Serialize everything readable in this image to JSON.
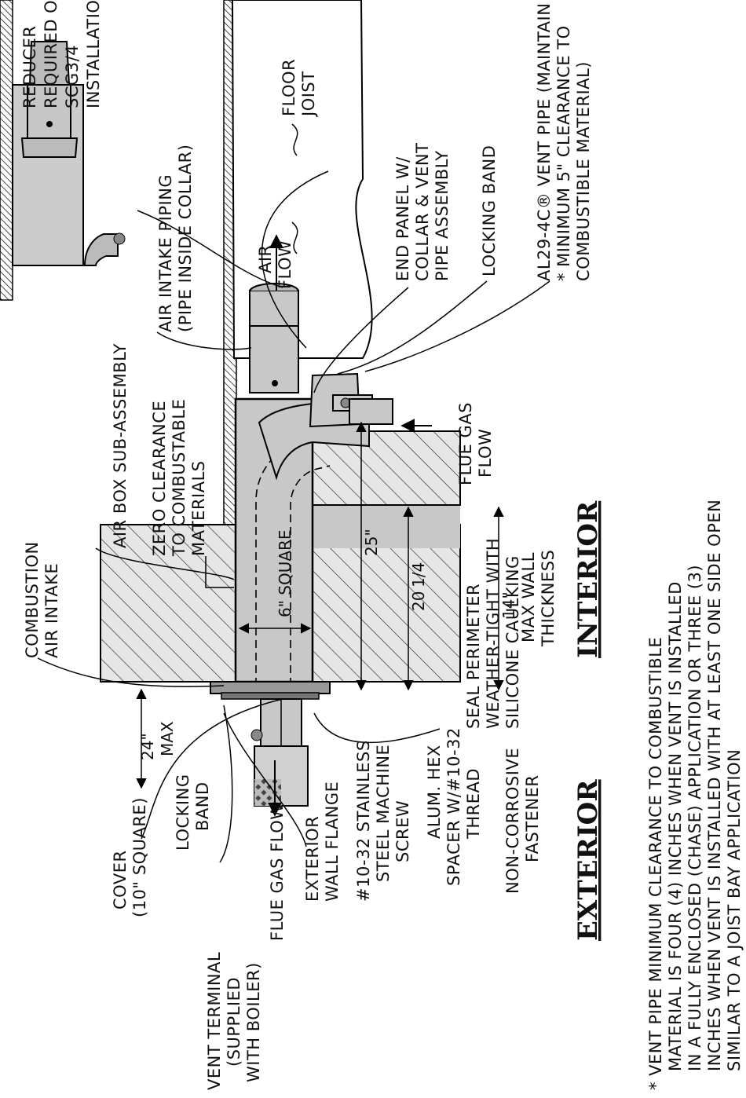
{
  "labels": {
    "reducer": [
      "REDUCER",
      "REQUIRED ON",
      "SCG3/4",
      "INSTALLATIONS"
    ],
    "floor_joist": [
      "FLOOR",
      "JOIST"
    ],
    "end_panel": [
      "END PANEL W/",
      "COLLAR & VENT",
      "PIPE ASSEMBLY"
    ],
    "locking_band_int": [
      "LOCKING BAND"
    ],
    "vent_pipe": [
      "AL29-4C® VENT PIPE (MAINTAIN",
      "* MINIMUM 5\" CLEARANCE TO",
      "COMBUSTIBLE MATERIAL)"
    ],
    "air_intake_piping": [
      "AIR INTAKE PIPING",
      "(PIPE INSIDE COLLAR)"
    ],
    "air_box": [
      "AIR BOX SUB-ASSEMBLY"
    ],
    "zero_clearance": [
      "ZERO CLEARANCE",
      "TO COMBUSTABLE",
      "MATERIALS"
    ],
    "combustion_air": [
      "COMBUSTION",
      "AIR INTAKE"
    ],
    "air_flow": [
      "AIR",
      "FLOW"
    ],
    "flue_gas_flow_int": [
      "FLUE GAS",
      "FLOW"
    ],
    "square": "6\" SQUARE",
    "dim_25": "25\"",
    "dim_20": "20",
    "dim_20_frac": "1/4",
    "dim_14": "14\"",
    "max_wall": [
      "MAX WALL",
      "THICKNESS"
    ],
    "dim_24": "24\"",
    "dim_24_max": "MAX",
    "seal": [
      "SEAL PERIMETER",
      "WEATHER-TIGHT WITH",
      "SILICONE CAULKING"
    ],
    "interior": "INTERIOR",
    "exterior": "EXTERIOR",
    "cover": [
      "COVER",
      "(10\" SQUARE)"
    ],
    "locking_band_ext": [
      "LOCKING",
      "BAND"
    ],
    "vent_terminal": [
      "VENT TERMINAL",
      "(SUPPLIED",
      "WITH BOILER)"
    ],
    "flue_gas_flow_ext": "FLUE GAS FLOW",
    "exterior_wall_flange": [
      "EXTERIOR",
      "WALL FLANGE"
    ],
    "machine_screw": [
      "#10-32 STAINLESS",
      "STEEL MACHINE",
      "SCREW"
    ],
    "hex_spacer": [
      "ALUM. HEX",
      "SPACER W/#10-32",
      "THREAD"
    ],
    "fastener": [
      "NON-CORROSIVE",
      "FASTENER"
    ]
  },
  "note": [
    "* VENT PIPE MINIMUM CLEARANCE TO COMBUSTIBLE",
    "MATERIAL IS FOUR (4) INCHES WHEN VENT IS INSTALLED",
    "IN A FULLY ENCLOSED (CHASE) APPLICATION OR THREE (3)",
    "INCHES WHEN VENT IS INSTALLED WITH AT LEAST ONE SIDE OPEN",
    "SIMILAR TO A JOIST BAY APPLICATION"
  ]
}
